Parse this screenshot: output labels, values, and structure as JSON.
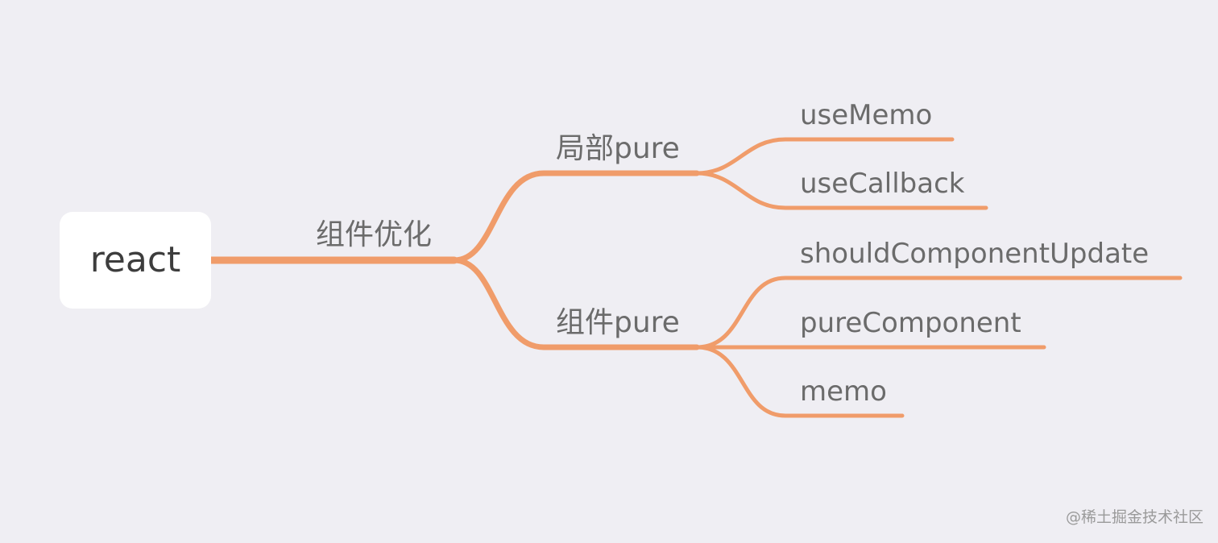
{
  "mindmap": {
    "root": {
      "label": "react"
    },
    "branch": {
      "label": "组件优化"
    },
    "sub_branches": [
      {
        "label": "局部pure",
        "leaves": [
          {
            "label": "useMemo"
          },
          {
            "label": "useCallback"
          }
        ]
      },
      {
        "label": "组件pure",
        "leaves": [
          {
            "label": "shouldComponentUpdate"
          },
          {
            "label": "pureComponent"
          },
          {
            "label": "memo"
          }
        ]
      }
    ]
  },
  "colors": {
    "background": "#efeef3",
    "connector": "#f09c6a",
    "root_box": "#ffffff",
    "text": "#6b6b6b"
  },
  "watermark": {
    "text": "@稀土掘金技术社区"
  }
}
